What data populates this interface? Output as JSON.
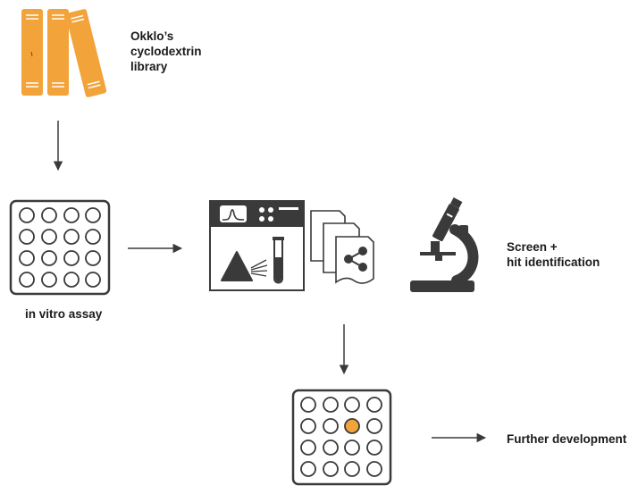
{
  "library": {
    "label_lines": [
      "Okklo’s",
      "cyclodextrin",
      "library"
    ],
    "icon": "books-icon",
    "color": "#F2A33A"
  },
  "assay": {
    "label": "in vitro assay",
    "icon": "well-plate-icon",
    "wells": 16
  },
  "screen": {
    "label_lines": [
      "Screen +",
      "hit identification"
    ],
    "icons": [
      "lab-instrument-icon",
      "shared-documents-icon",
      "microscope-icon"
    ]
  },
  "development": {
    "label": "Further development",
    "icon": "well-plate-hit-icon",
    "hit_well": {
      "row": 2,
      "col": 3
    },
    "hit_color": "#F2A33A"
  },
  "colors": {
    "ink": "#3A3A3A",
    "accent": "#F2A33A"
  }
}
